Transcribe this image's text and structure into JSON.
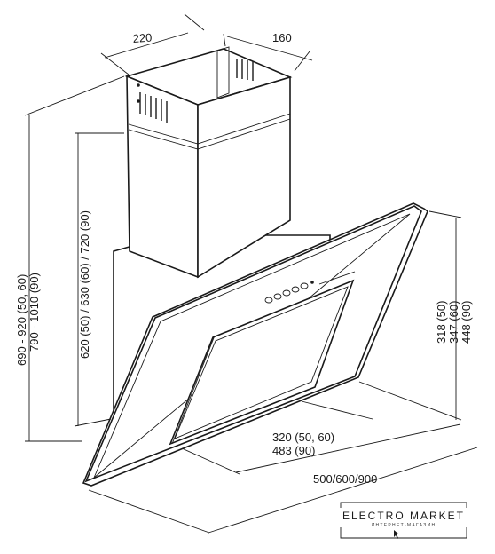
{
  "dimensions": {
    "chimney_width": "220",
    "chimney_depth": "160",
    "total_height_line1": "690 - 920 (50, 60)",
    "total_height_line2": "790 - 1010 (90)",
    "chimney_height": "620 (50) / 630 (60) / 720 (90)",
    "panel_height_line1": "318 (50)",
    "panel_height_line2": "347 (60)",
    "panel_height_line3": "448 (90)",
    "depth_line1": "320 (50, 60)",
    "depth_line2": "483 (90)",
    "width": "500/600/900"
  },
  "logo": {
    "name": "ELECTRO MARKET",
    "tagline": "ИНТЕРНЕТ-МАГАЗИН"
  }
}
